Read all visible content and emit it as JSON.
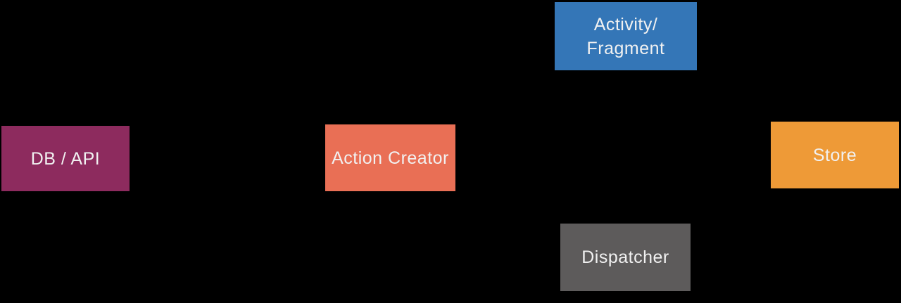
{
  "diagram": {
    "background": "#000000",
    "label_color": "#f1f1f1",
    "nodes": {
      "db_api": {
        "label": "DB / API",
        "color": "#8d2b5e"
      },
      "action_creator": {
        "label": "Action Creator",
        "color": "#e96f55"
      },
      "activity_fragment": {
        "lines": [
          "Activity/",
          "Fragment"
        ],
        "color": "#3476b7"
      },
      "dispatcher": {
        "label": "Dispatcher",
        "color": "#5d5b5b"
      },
      "store": {
        "label": "Store",
        "color": "#ee9a37"
      }
    }
  }
}
